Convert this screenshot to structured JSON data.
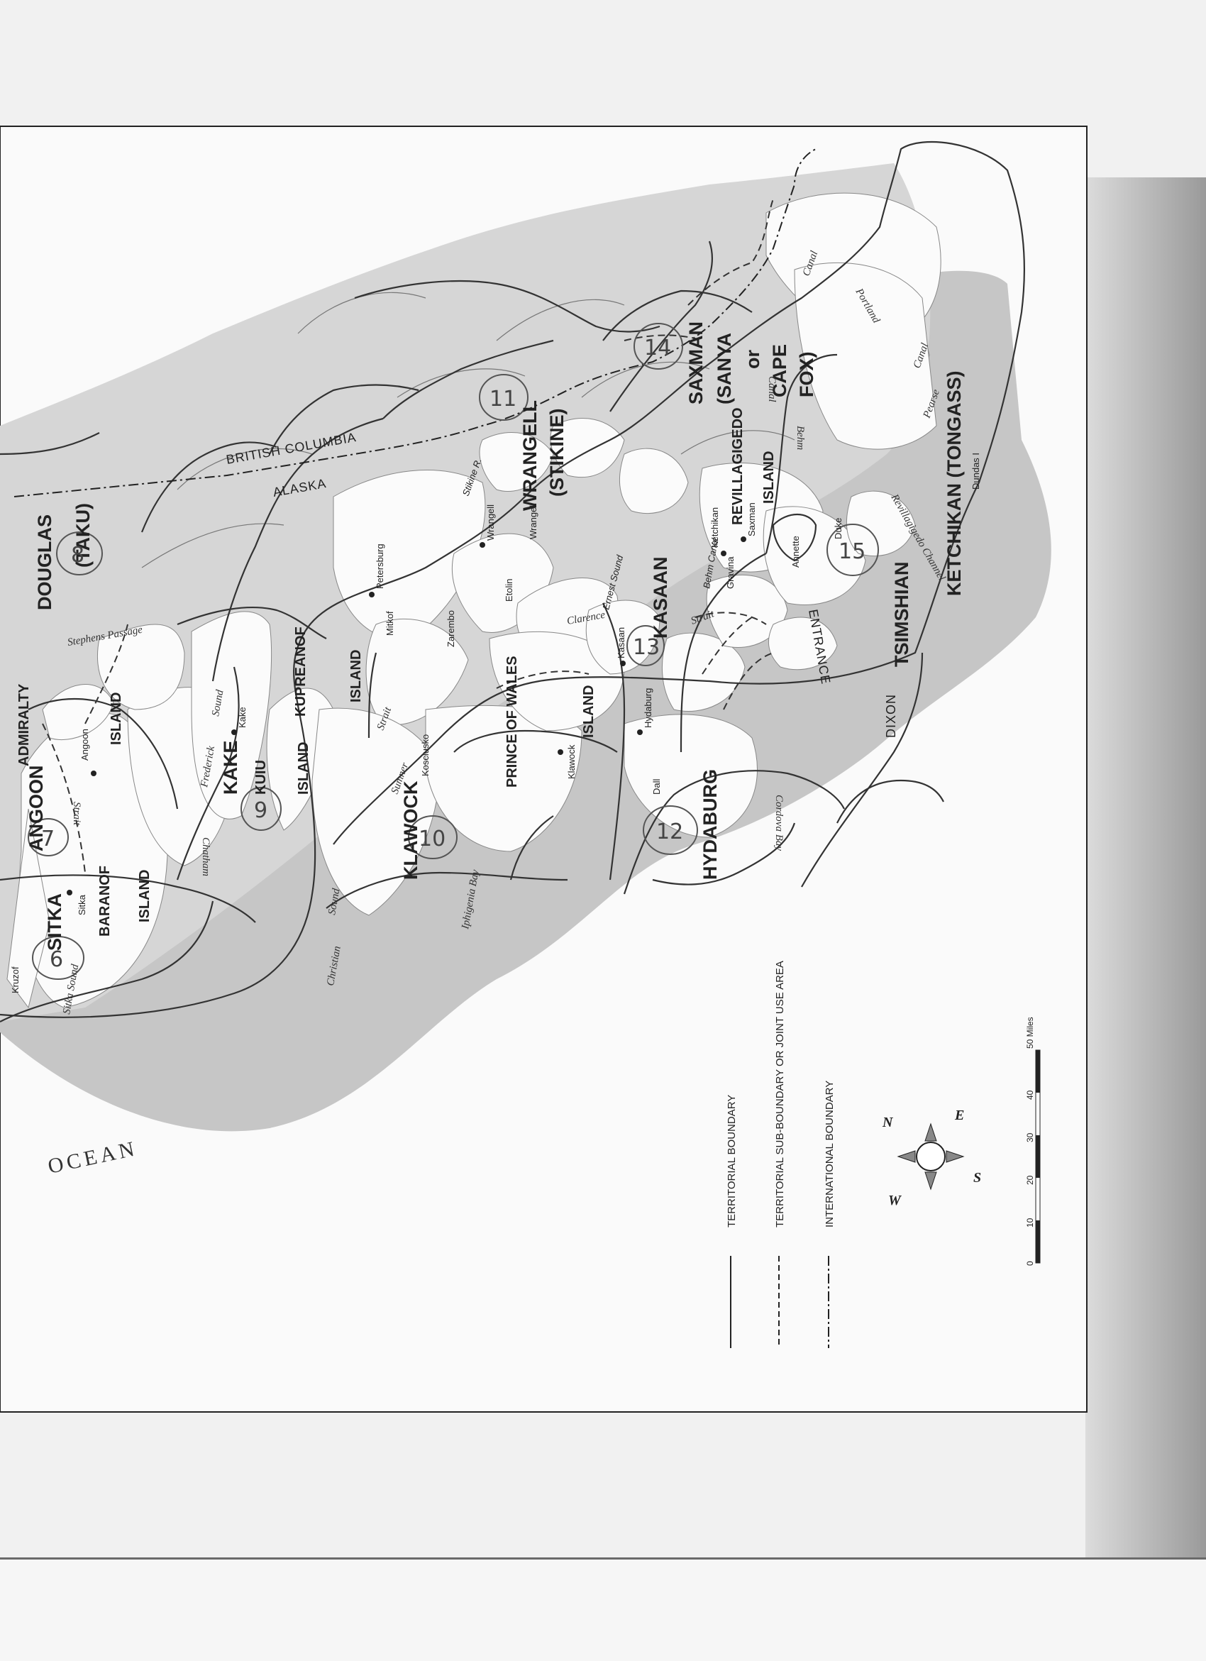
{
  "map": {
    "territories": [
      {
        "name": "SITKA"
      },
      {
        "name": "ANGOON"
      },
      {
        "name": "DOUGLAS"
      },
      {
        "name": "(TAKU)"
      },
      {
        "name": "KAKE"
      },
      {
        "name": "KLAWOCK"
      },
      {
        "name": "HYDABURG"
      },
      {
        "name": "KASAAN"
      },
      {
        "name": "WRANGELL"
      },
      {
        "name": "(STIKINE)"
      },
      {
        "name": "SAXMAN"
      },
      {
        "name": "(SANYA"
      },
      {
        "name": "or"
      },
      {
        "name": "CAPE"
      },
      {
        "name": "FOX)"
      },
      {
        "name": "TSIMSHIAN"
      },
      {
        "name": "KETCHIKAN (TONGASS)"
      }
    ],
    "islands": [
      {
        "name": "ADMIRALTY"
      },
      {
        "name": "ISLAND"
      },
      {
        "name": "BARANOF"
      },
      {
        "name": "ISLAND"
      },
      {
        "name": "KUIU"
      },
      {
        "name": "ISLAND"
      },
      {
        "name": "KUPREANOF"
      },
      {
        "name": "ISLAND"
      },
      {
        "name": "PRINCE OF WALES"
      },
      {
        "name": "ISLAND"
      },
      {
        "name": "REVILLAGIGEDO"
      },
      {
        "name": "ISLAND"
      }
    ],
    "towns": [
      {
        "name": "Sitka"
      },
      {
        "name": "Angoon"
      },
      {
        "name": "Kake"
      },
      {
        "name": "Petersburg"
      },
      {
        "name": "Wrangell"
      },
      {
        "name": "Klawock"
      },
      {
        "name": "Hydaburg"
      },
      {
        "name": "Kasaan"
      },
      {
        "name": "Ketchikan"
      },
      {
        "name": "Saxman"
      }
    ],
    "small_islands": [
      {
        "name": "Kruzof"
      },
      {
        "name": "Kosciusko"
      },
      {
        "name": "Mitkof"
      },
      {
        "name": "Zarembo"
      },
      {
        "name": "Etolin"
      },
      {
        "name": "Wrangell"
      },
      {
        "name": "Dall"
      },
      {
        "name": "Gravina"
      },
      {
        "name": "Annette"
      },
      {
        "name": "Duke"
      },
      {
        "name": "Dundas I"
      }
    ],
    "water": [
      {
        "name": "Sitka Sound"
      },
      {
        "name": "Strait"
      },
      {
        "name": "Chatham"
      },
      {
        "name": "Frederick"
      },
      {
        "name": "Sound"
      },
      {
        "name": "Stephens Passage"
      },
      {
        "name": "Sumner"
      },
      {
        "name": "Strait"
      },
      {
        "name": "Clarence"
      },
      {
        "name": "Strait"
      },
      {
        "name": "Ernest Sound"
      },
      {
        "name": "Behm Canal"
      },
      {
        "name": "Behm"
      },
      {
        "name": "Canal"
      },
      {
        "name": "Revillagigedo Channel"
      },
      {
        "name": "Portland"
      },
      {
        "name": "Canal"
      },
      {
        "name": "Pearse"
      },
      {
        "name": "Canal"
      },
      {
        "name": "Cordova Bay"
      },
      {
        "name": "Iphigenia Bay"
      },
      {
        "name": "Christian"
      },
      {
        "name": "Sound"
      },
      {
        "name": "Stikine R."
      },
      {
        "name": "ENTRANCE"
      },
      {
        "name": "DIXON"
      },
      {
        "name": "OCEAN"
      }
    ],
    "regions": {
      "alaska": "ALASKA",
      "bc": "BRITISH COLUMBIA"
    },
    "handwritten_numbers": [
      "6",
      "7",
      "8",
      "9",
      "10",
      "11",
      "12",
      "13",
      "14",
      "15"
    ]
  },
  "legend": {
    "items": [
      {
        "label": "TERRITORIAL BOUNDARY",
        "style": "solid"
      },
      {
        "label": "TERRITORIAL SUB-BOUNDARY OR JOINT USE AREA",
        "style": "dashed"
      },
      {
        "label": "INTERNATIONAL BOUNDARY",
        "style": "dash-dot"
      }
    ]
  },
  "compass": {
    "n": "N",
    "e": "E",
    "s": "S",
    "w": "W"
  },
  "scale": {
    "ticks": [
      "0",
      "10",
      "20",
      "30",
      "40",
      "50 Miles"
    ]
  }
}
